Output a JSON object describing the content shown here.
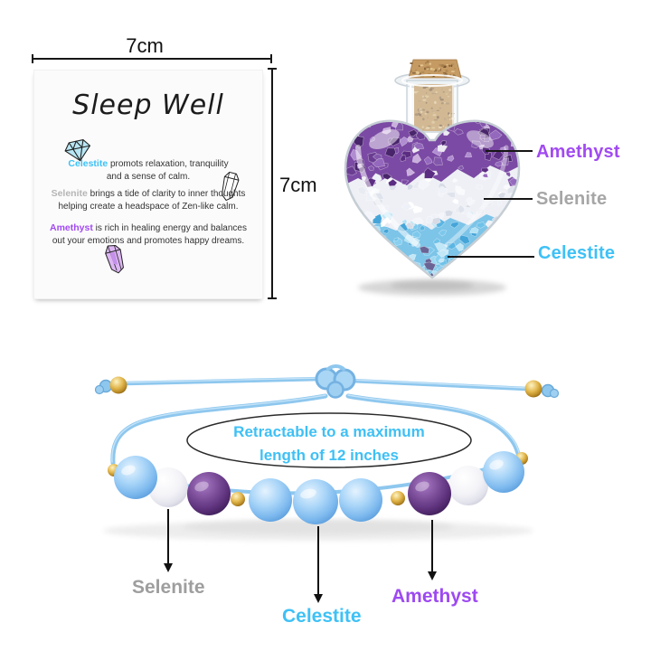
{
  "dimensions": {
    "width_label": "7cm",
    "height_label": "7cm"
  },
  "card": {
    "title": "Sleep Well",
    "lines": [
      {
        "keyword": "Celestite",
        "color": "#3ec1f6",
        "rest": " promots relaxation, tranquility"
      },
      {
        "rest": "and a sense of calm."
      },
      {
        "keyword": "Selenite",
        "color": "#b5b5b5",
        "rest": " brings a tide of clarity to inner thoughts"
      },
      {
        "rest": "helping create a headspace of Zen-like calm."
      },
      {
        "keyword": "Amethyst",
        "color": "#a14af2",
        "rest": " is rich in healing energy and balances"
      },
      {
        "rest": "out your emotions and promotes happy dreams."
      }
    ]
  },
  "bottle": {
    "labels": [
      {
        "text": "Amethyst",
        "color": "#a14af2"
      },
      {
        "text": "Selenite",
        "color": "#a6a6a6"
      },
      {
        "text": "Celestite",
        "color": "#3ec1f6"
      }
    ],
    "contents_top_to_bottom": [
      "Amethyst",
      "Selenite",
      "Celestite"
    ]
  },
  "bracelet": {
    "annotation": {
      "line1": "Retractable to a maximum",
      "line2": "length of 12 inches",
      "color": "#3fc0f5"
    },
    "labels": [
      {
        "text": "Selenite",
        "color": "#9e9e9e"
      },
      {
        "text": "Celestite",
        "color": "#3ec1f6"
      },
      {
        "text": "Amethyst",
        "color": "#9d49f1"
      }
    ],
    "bead_sequence": [
      "gold",
      "blue",
      "white",
      "purple",
      "gold",
      "blue",
      "blue",
      "blue",
      "gold",
      "purple",
      "white",
      "blue",
      "gold"
    ]
  },
  "colors": {
    "celestite_blue": "#3ec1f6",
    "selenite_gray": "#a6a6a6",
    "amethyst_purple": "#9d49f1",
    "cord_blue": "#8ec7ee",
    "gold": "#d4a83f",
    "ink": "#141414"
  }
}
